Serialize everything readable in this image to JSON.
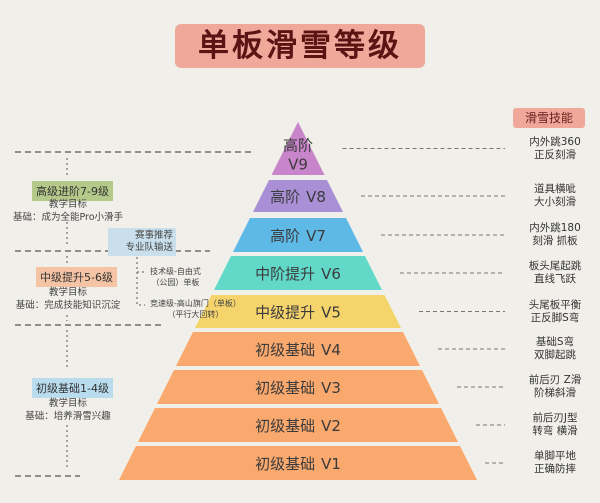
{
  "title": "单板滑雪等级",
  "skills_header": "滑雪技能",
  "tiers": [
    {
      "name": "高阶",
      "level": "V9",
      "color": "#c985cb",
      "skill1": "内外跳360",
      "skill2": "正反刻滑"
    },
    {
      "name": "高阶",
      "level": "V8",
      "color": "#a990d6",
      "skill1": "道具横呲",
      "skill2": "大小刻滑"
    },
    {
      "name": "高阶",
      "level": "V7",
      "color": "#5eb9e6",
      "skill1": "内外跳180",
      "skill2": "刻滑 抓板"
    },
    {
      "name": "中阶提升",
      "level": "V6",
      "color": "#62d8c8",
      "skill1": "板头尾起跳",
      "skill2": "直线飞跃"
    },
    {
      "name": "中级提升",
      "level": "V5",
      "color": "#f5d46c",
      "skill1": "头尾板平衡",
      "skill2": "正反脚S弯"
    },
    {
      "name": "初级基础",
      "level": "V4",
      "color": "#f9a86e",
      "skill1": "基础S弯",
      "skill2": "双脚起跳"
    },
    {
      "name": "初级基础",
      "level": "V3",
      "color": "#f9a86e",
      "skill1": "前后刃 Z滑",
      "skill2": "阶梯斜滑"
    },
    {
      "name": "初级基础",
      "level": "V2",
      "color": "#f9a86e",
      "skill1": "前后刃J型",
      "skill2": "转弯 横滑"
    },
    {
      "name": "初级基础",
      "level": "V1",
      "color": "#f9a86e",
      "skill1": "单脚平地",
      "skill2": "正确防摔"
    }
  ],
  "stages": [
    {
      "label": "高级进阶7-9级",
      "color": "#b5c98a",
      "goal": "教学目标",
      "basis": "基础：成为全能Pro小滑手"
    },
    {
      "label": "中级提升5-6级",
      "color": "#f5c4a4",
      "goal": "教学目标",
      "basis": "基础：完成技能知识沉淀"
    },
    {
      "label": "初级基础1-4级",
      "color": "#b9dcef",
      "goal": "教学目标",
      "basis": "基础：培养滑雪兴趣"
    }
  ],
  "recommend": {
    "line1": "赛事推荐",
    "line2": "专业队输送"
  },
  "branches": [
    {
      "line1": "技术级-自由式",
      "line2": "（公园）单板"
    },
    {
      "line1": "竞速级-高山旗门（单板）",
      "line2": "（平行大回转）"
    }
  ]
}
